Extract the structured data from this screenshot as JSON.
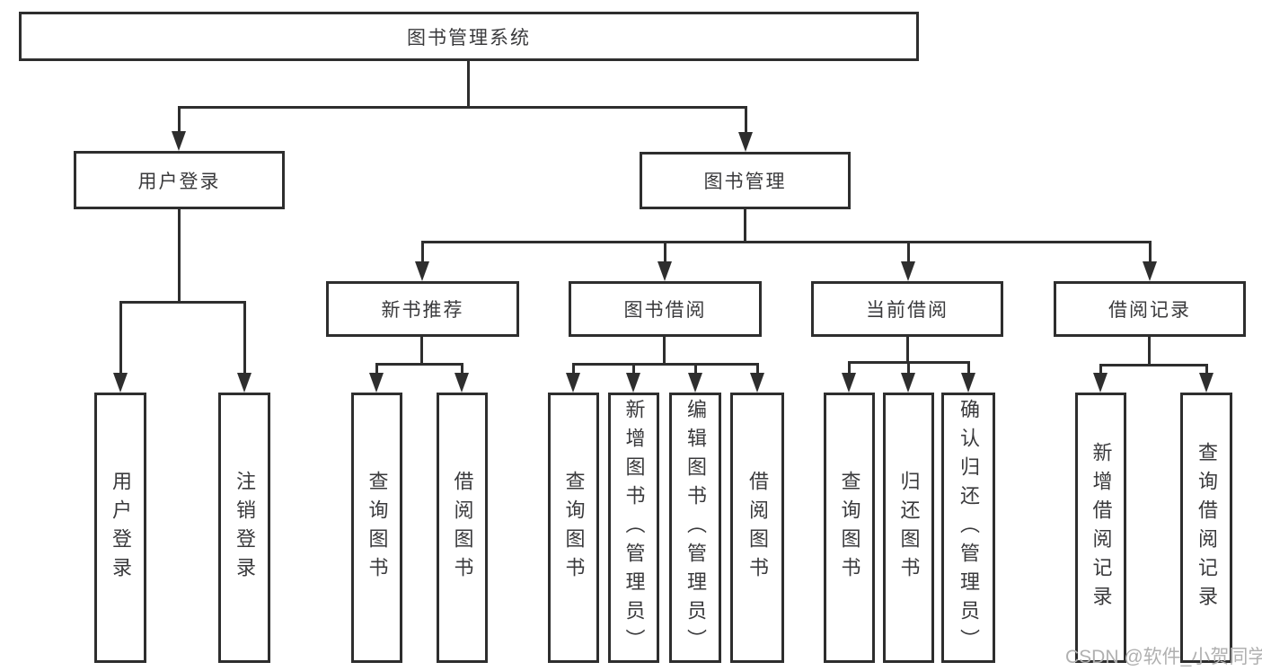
{
  "diagram": {
    "root": {
      "label": "图书管理系统"
    },
    "level2": [
      {
        "id": "user-login",
        "label": "用户登录"
      },
      {
        "id": "book-management",
        "label": "图书管理"
      }
    ],
    "level3": [
      {
        "id": "new-book-recommend",
        "label": "新书推荐"
      },
      {
        "id": "book-borrow",
        "label": "图书借阅"
      },
      {
        "id": "current-borrow",
        "label": "当前借阅"
      },
      {
        "id": "borrow-records",
        "label": "借阅记录"
      }
    ],
    "leaves": [
      {
        "parent": "user-login",
        "label": "用户登录"
      },
      {
        "parent": "user-login",
        "label": "注销登录"
      },
      {
        "parent": "new-book-recommend",
        "label": "查询图书"
      },
      {
        "parent": "new-book-recommend",
        "label": "借阅图书"
      },
      {
        "parent": "book-borrow",
        "label": "查询图书"
      },
      {
        "parent": "book-borrow",
        "label": "新增图书（管理员）"
      },
      {
        "parent": "book-borrow",
        "label": "编辑图书（管理员）"
      },
      {
        "parent": "book-borrow",
        "label": "借阅图书"
      },
      {
        "parent": "current-borrow",
        "label": "查询图书"
      },
      {
        "parent": "current-borrow",
        "label": "归还图书"
      },
      {
        "parent": "current-borrow",
        "label": "确认归还（管理员）"
      },
      {
        "parent": "borrow-records",
        "label": "新增借阅记录"
      },
      {
        "parent": "borrow-records",
        "label": "查询借阅记录"
      }
    ]
  },
  "watermark": {
    "text": "CSDN @软件_小贺同学"
  },
  "colors": {
    "line": "#2e2e2e",
    "text": "#3a3a3c",
    "box_bg": "#ffffff",
    "watermark": "#b0b0b0",
    "background": "#ffffff"
  }
}
